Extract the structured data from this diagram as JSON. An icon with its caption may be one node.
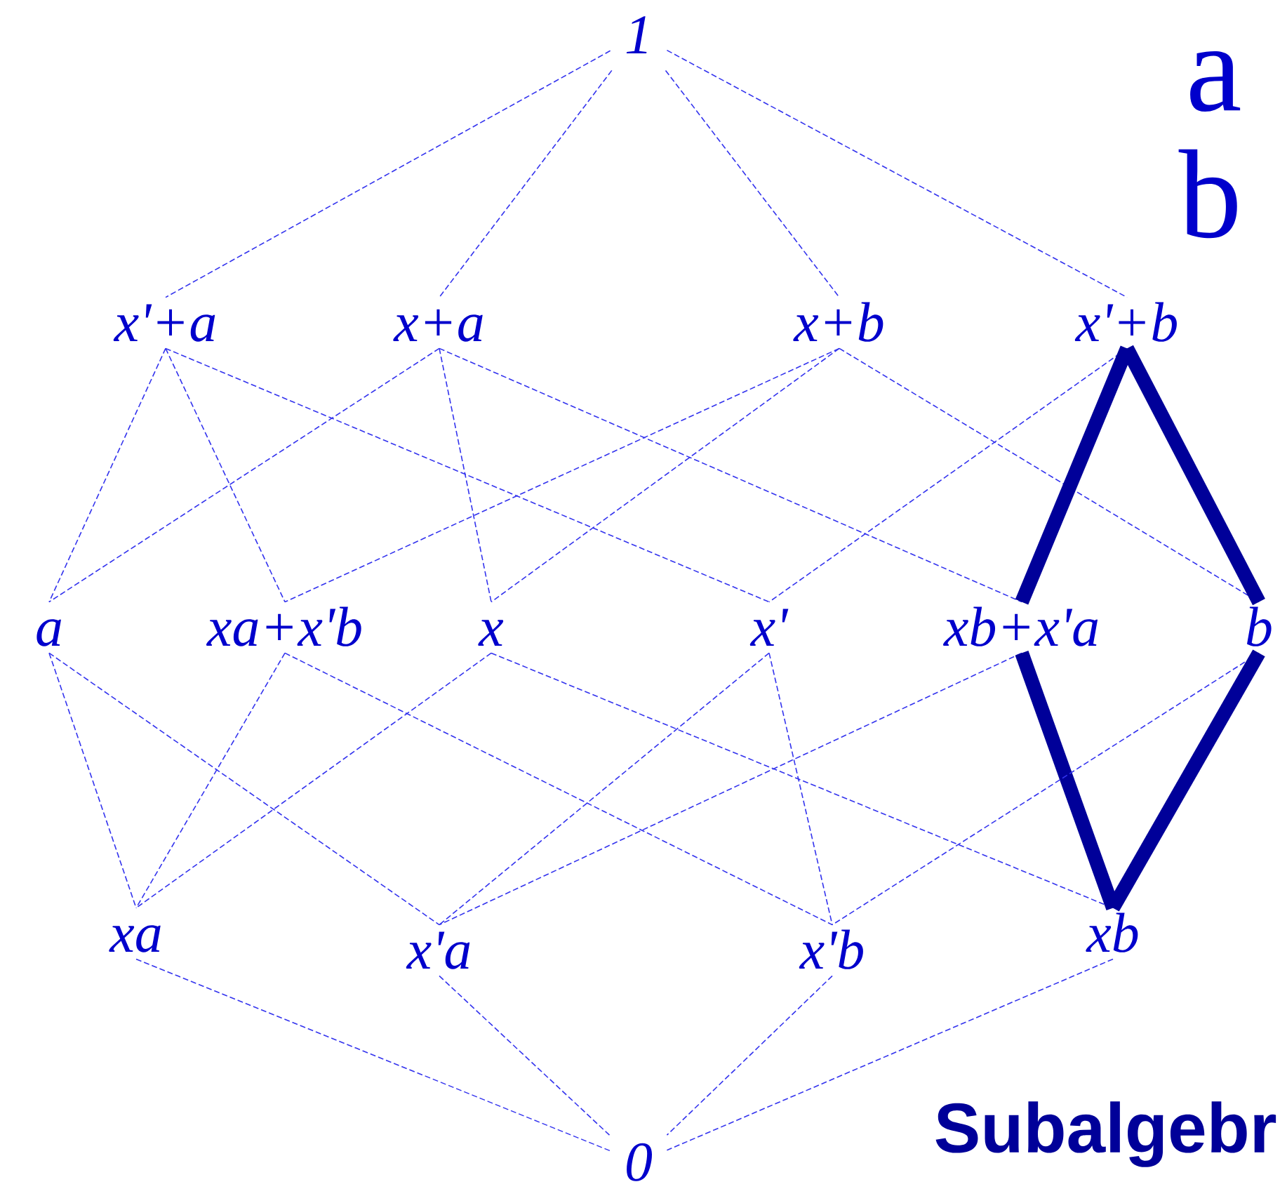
{
  "diagram": {
    "nodes": [
      {
        "text": [
          "1"
        ]
      },
      {
        "text": [
          "x'+a"
        ]
      },
      {
        "text": [
          "x+a"
        ]
      },
      {
        "text": [
          "x+b"
        ]
      },
      {
        "text": [
          "x'+b"
        ]
      },
      {
        "text": [
          "a"
        ]
      },
      {
        "text": [
          "xa+x'b"
        ]
      },
      {
        "text": [
          "x"
        ]
      },
      {
        "text": [
          "x'"
        ]
      },
      {
        "text": [
          "xb+x'a"
        ]
      },
      {
        "text": [
          "b"
        ]
      },
      {
        "text": [
          "xa"
        ]
      },
      {
        "text": [
          "x'a"
        ]
      },
      {
        "text": [
          "x'b"
        ]
      },
      {
        "text": [
          "xb"
        ]
      },
      {
        "text": [
          "0"
        ]
      }
    ],
    "edges": [
      {
        "from": 0,
        "to": 1,
        "arrow": "none",
        "style": "dashed"
      },
      {
        "from": 0,
        "to": 2,
        "arrow": "none",
        "style": "dashed"
      },
      {
        "from": 0,
        "to": 3,
        "arrow": "none",
        "style": "dashed"
      },
      {
        "from": 0,
        "to": 4,
        "arrow": "none",
        "style": "dashed"
      },
      {
        "from": 1,
        "to": 5,
        "arrow": "none",
        "style": "dashed"
      },
      {
        "from": 1,
        "to": 6,
        "arrow": "none",
        "style": "dashed"
      },
      {
        "from": 1,
        "to": 8,
        "arrow": "none",
        "style": "dashed"
      },
      {
        "from": 2,
        "to": 5,
        "arrow": "none",
        "style": "dashed"
      },
      {
        "from": 2,
        "to": 7,
        "arrow": "none",
        "style": "dashed"
      },
      {
        "from": 2,
        "to": 9,
        "arrow": "none",
        "style": "dashed"
      },
      {
        "from": 3,
        "to": 6,
        "arrow": "none",
        "style": "dashed"
      },
      {
        "from": 3,
        "to": 7,
        "arrow": "none",
        "style": "dashed"
      },
      {
        "from": 3,
        "to": 10,
        "arrow": "none",
        "style": "dashed"
      },
      {
        "from": 4,
        "to": 8,
        "arrow": "none",
        "style": "dashed"
      },
      {
        "from": 4,
        "to": 9,
        "arrow": "none",
        "style": "thick",
        "color": "#000099"
      },
      {
        "from": 4,
        "to": 10,
        "arrow": "none",
        "style": "thick",
        "color": "#000099"
      },
      {
        "from": 5,
        "to": 11,
        "arrow": "none",
        "style": "dashed"
      },
      {
        "from": 5,
        "to": 12,
        "arrow": "none",
        "style": "dashed"
      },
      {
        "from": 6,
        "to": 11,
        "arrow": "none",
        "style": "dashed"
      },
      {
        "from": 6,
        "to": 13,
        "arrow": "none",
        "style": "dashed"
      },
      {
        "from": 7,
        "to": 11,
        "arrow": "none",
        "style": "dashed"
      },
      {
        "from": 7,
        "to": 14,
        "arrow": "none",
        "style": "dashed"
      },
      {
        "from": 8,
        "to": 12,
        "arrow": "none",
        "style": "dashed"
      },
      {
        "from": 8,
        "to": 13,
        "arrow": "none",
        "style": "dashed"
      },
      {
        "from": 9,
        "to": 12,
        "arrow": "none",
        "style": "dashed"
      },
      {
        "from": 9,
        "to": 14,
        "arrow": "none",
        "style": "thick",
        "color": "#000099"
      },
      {
        "from": 10,
        "to": 13,
        "arrow": "none",
        "style": "dashed"
      },
      {
        "from": 10,
        "to": 14,
        "arrow": "none",
        "style": "thick",
        "color": "#000099"
      },
      {
        "from": 11,
        "to": 15,
        "arrow": "none",
        "style": "dashed"
      },
      {
        "from": 12,
        "to": 15,
        "arrow": "none",
        "style": "dashed"
      },
      {
        "from": 13,
        "to": 15,
        "arrow": "none",
        "style": "dashed"
      },
      {
        "from": 14,
        "to": 15,
        "arrow": "none",
        "style": "dashed"
      }
    ],
    "labels": [
      "a",
      "b",
      "Subalgebr"
    ]
  }
}
